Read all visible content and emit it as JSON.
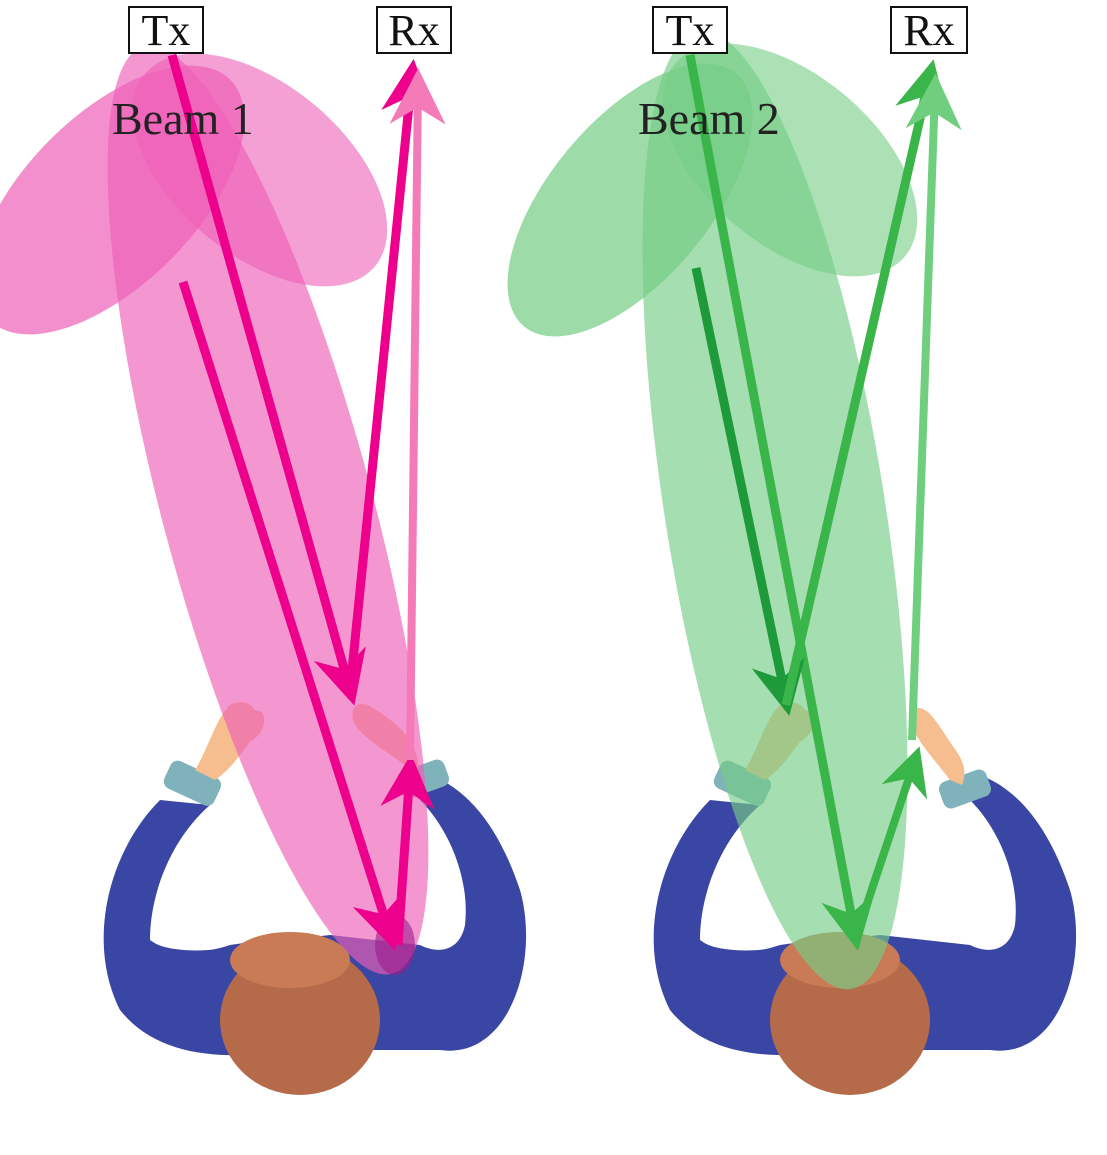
{
  "panels": [
    {
      "tx_label": "Tx",
      "rx_label": "Rx",
      "beam_label": "Beam 1",
      "color": "#ec008c",
      "lobe_color": "#ee60b8",
      "arrow_light": "#f47ab8"
    },
    {
      "tx_label": "Tx",
      "rx_label": "Rx",
      "beam_label": "Beam 2",
      "color": "#39b54a",
      "lobe_color": "#74cd85",
      "arrow_light": "#6fcf7e"
    }
  ],
  "person": {
    "suit_color": "#3a46a4",
    "skin_color": "#f6be8e",
    "hair_color": "#b56b4a",
    "cuff_color": "#7fb2ba"
  }
}
